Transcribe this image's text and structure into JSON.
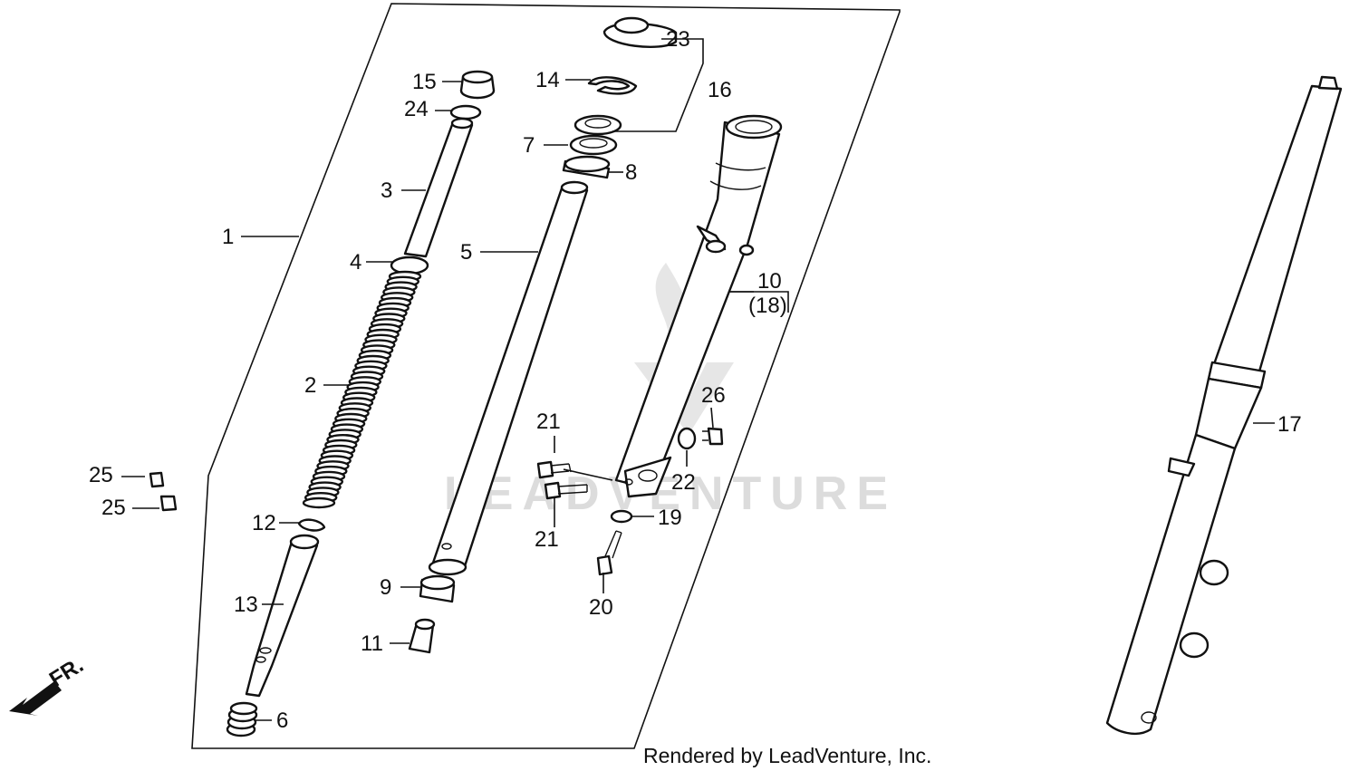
{
  "diagram": {
    "callouts": [
      {
        "id": "1",
        "label": "1"
      },
      {
        "id": "2",
        "label": "2"
      },
      {
        "id": "3",
        "label": "3"
      },
      {
        "id": "4",
        "label": "4"
      },
      {
        "id": "5",
        "label": "5"
      },
      {
        "id": "6",
        "label": "6"
      },
      {
        "id": "7",
        "label": "7"
      },
      {
        "id": "8",
        "label": "8"
      },
      {
        "id": "9",
        "label": "9"
      },
      {
        "id": "10",
        "label": "10"
      },
      {
        "id": "18",
        "label": "(18)"
      },
      {
        "id": "11",
        "label": "11"
      },
      {
        "id": "12",
        "label": "12"
      },
      {
        "id": "13",
        "label": "13"
      },
      {
        "id": "14",
        "label": "14"
      },
      {
        "id": "15",
        "label": "15"
      },
      {
        "id": "16",
        "label": "16"
      },
      {
        "id": "17",
        "label": "17"
      },
      {
        "id": "19",
        "label": "19"
      },
      {
        "id": "20",
        "label": "20"
      },
      {
        "id": "21a",
        "label": "21"
      },
      {
        "id": "21b",
        "label": "21"
      },
      {
        "id": "22",
        "label": "22"
      },
      {
        "id": "23",
        "label": "23"
      },
      {
        "id": "24",
        "label": "24"
      },
      {
        "id": "25a",
        "label": "25"
      },
      {
        "id": "25b",
        "label": "25"
      },
      {
        "id": "26",
        "label": "26"
      }
    ],
    "direction_label": "FR.",
    "watermark": "LEADVENTURE",
    "footer": "Rendered by LeadVenture, Inc."
  }
}
